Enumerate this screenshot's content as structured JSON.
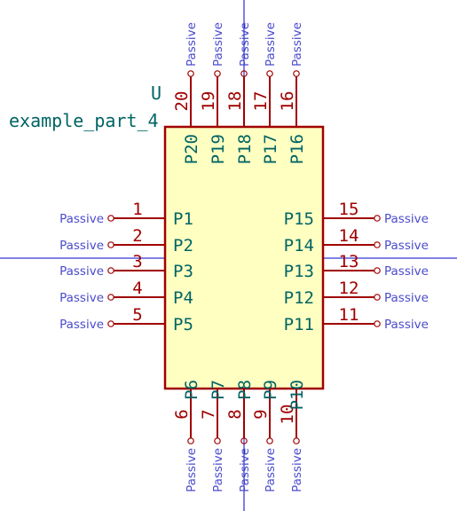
{
  "component": {
    "reference": "U",
    "value": "example_part_4"
  },
  "colors": {
    "body_fill": "#ffffc2",
    "body_stroke": "#a00000",
    "pin_line": "#a00000",
    "pin_number": "#a00000",
    "pin_name": "#006464",
    "electrical_type": "#4b4bcc",
    "crosshair": "#0000cc",
    "background": "#ffffff"
  },
  "pins": {
    "left": [
      {
        "number": "1",
        "name": "P1",
        "type": "Passive"
      },
      {
        "number": "2",
        "name": "P2",
        "type": "Passive"
      },
      {
        "number": "3",
        "name": "P3",
        "type": "Passive"
      },
      {
        "number": "4",
        "name": "P4",
        "type": "Passive"
      },
      {
        "number": "5",
        "name": "P5",
        "type": "Passive"
      }
    ],
    "right": [
      {
        "number": "15",
        "name": "P15",
        "type": "Passive"
      },
      {
        "number": "14",
        "name": "P14",
        "type": "Passive"
      },
      {
        "number": "13",
        "name": "P13",
        "type": "Passive"
      },
      {
        "number": "12",
        "name": "P12",
        "type": "Passive"
      },
      {
        "number": "11",
        "name": "P11",
        "type": "Passive"
      }
    ],
    "bottom": [
      {
        "number": "6",
        "name": "P6",
        "type": "Passive"
      },
      {
        "number": "7",
        "name": "P7",
        "type": "Passive"
      },
      {
        "number": "8",
        "name": "P8",
        "type": "Passive"
      },
      {
        "number": "9",
        "name": "P9",
        "type": "Passive"
      },
      {
        "number": "10",
        "name": "P10",
        "type": "Passive"
      }
    ],
    "top": [
      {
        "number": "20",
        "name": "P20",
        "type": "Passive"
      },
      {
        "number": "19",
        "name": "P19",
        "type": "Passive"
      },
      {
        "number": "18",
        "name": "P18",
        "type": "Passive"
      },
      {
        "number": "17",
        "name": "P17",
        "type": "Passive"
      },
      {
        "number": "16",
        "name": "P16",
        "type": "Passive"
      }
    ]
  }
}
